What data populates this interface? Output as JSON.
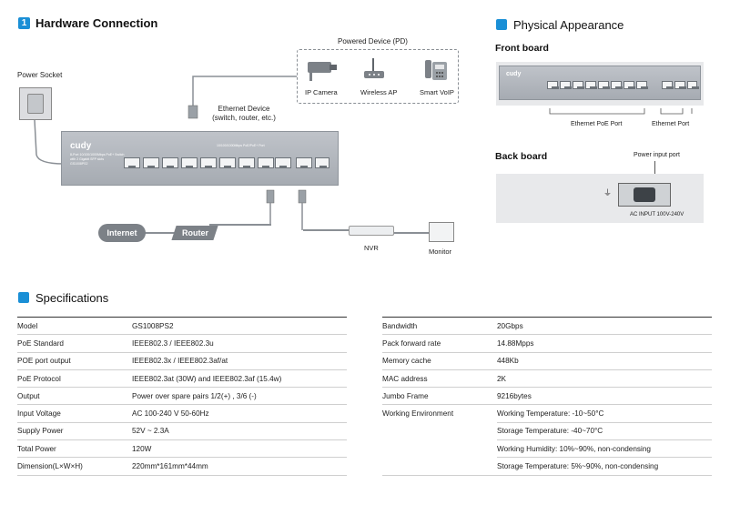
{
  "hardware": {
    "number": "1",
    "title": "Hardware Connection",
    "power_socket": "Power Socket",
    "powered_device": "Powered Device (PD)",
    "ip_camera": "IP Camera",
    "wireless_ap": "Wireless AP",
    "smart_voip": "Smart VoIP",
    "ethernet_device_line1": "Ethernet Device",
    "ethernet_device_line2": "(switch, router, etc.)",
    "switch_brand": "cudy",
    "switch_desc_1": "8-Port 10/100/1000Mbps PoE+ Switch",
    "switch_desc_2": "with 2 Gigabit SFP slots",
    "switch_model": "GS1008PS2",
    "switch_bar": "10/100/1000Mbps PoE/PoE+ Port",
    "internet": "Internet",
    "router": "Router",
    "nvr": "NVR",
    "monitor": "Monitor"
  },
  "physical": {
    "title": "Physical Appearance",
    "front_board": "Front board",
    "ethernet_poe_port": "Ethernet PoE Port",
    "ethernet_port": "Ethernet Port",
    "back_board": "Back board",
    "power_input_port": "Power input port",
    "ac_input": "AC INPUT 100V-240V"
  },
  "specs": {
    "title": "Specifications",
    "left": [
      [
        "Model",
        "GS1008PS2"
      ],
      [
        "PoE Standard",
        "IEEE802.3 / IEEE802.3u"
      ],
      [
        "POE port output",
        "IEEE802.3x / IEEE802.3af/at"
      ],
      [
        "PoE Protocol",
        "IEEE802.3at (30W) and IEEE802.3af (15.4w)"
      ],
      [
        "Output",
        "Power over spare pairs 1/2(+) , 3/6 (-)"
      ],
      [
        "Input Voltage",
        "AC 100-240 V 50-60Hz"
      ],
      [
        "Supply Power",
        "52V ~ 2.3A"
      ],
      [
        "Total Power",
        "120W"
      ],
      [
        "Dimension(L×W×H)",
        "220mm*161mm*44mm"
      ]
    ],
    "right": [
      [
        "Bandwidth",
        "20Gbps"
      ],
      [
        "Pack forward rate",
        "14.88Mpps"
      ],
      [
        "Memory cache",
        "448Kb"
      ],
      [
        "MAC address",
        "2K"
      ],
      [
        "Jumbo Frame",
        "9216bytes"
      ],
      [
        "Working Environment",
        "Working Temperature: -10~50°C"
      ],
      [
        "",
        "Storage Temperature: -40~70°C"
      ],
      [
        "",
        "Working Humidity: 10%~90%, non-condensing"
      ],
      [
        "",
        "Storage Temperature: 5%~90%, non-condensing"
      ]
    ]
  },
  "colors": {
    "accent": "#1a8fd6",
    "device_gray": "#7c8187"
  }
}
